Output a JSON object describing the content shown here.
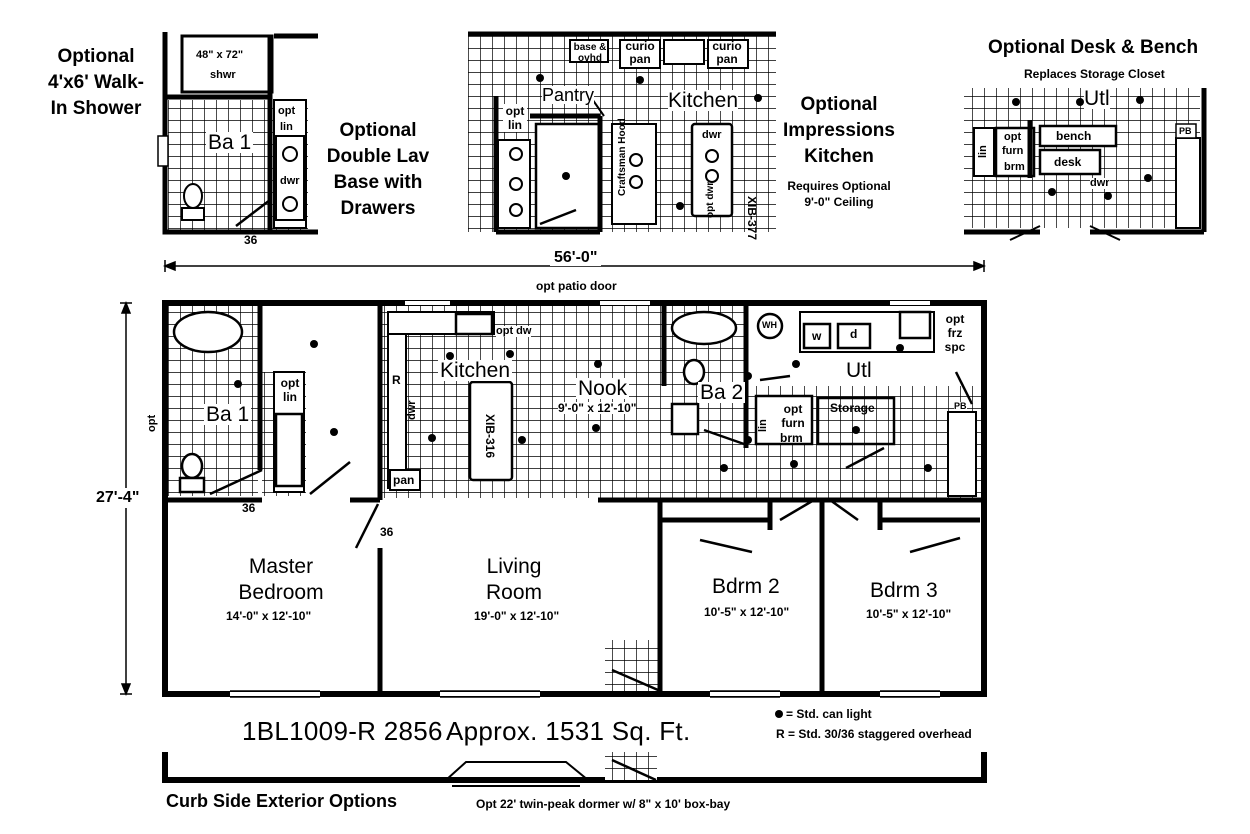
{
  "callouts": {
    "walkin_shower": "Optional 4'x6' Walk-In Shower",
    "double_lav": "Optional Double Lav Base with Drawers",
    "impressions_kitchen": "Optional Impressions Kitchen",
    "impressions_requires": "Requires Optional 9'-0\" Ceiling",
    "desk_bench": "Optional Desk & Bench",
    "desk_bench_sub": "Replaces Storage Closet"
  },
  "inset_shower": {
    "shower_size": "48\" x 72\"",
    "shower_label": "shwr",
    "opt": "opt",
    "lin": "lin",
    "bath": "Ba 1",
    "dwr": "dwr",
    "door": "36"
  },
  "inset_kitchen": {
    "base_ovhd": "base & ovhd",
    "curio1": "curio pan",
    "curio2": "curio pan",
    "pantry": "Pantry",
    "kitchen": "Kitchen",
    "opt_lin": "opt lin",
    "dwr": "dwr",
    "hood": "Craftsman Hood",
    "opt_dwr": "opt dwr",
    "island": "XIB-377"
  },
  "inset_desk": {
    "utl": "Utl",
    "opt": "opt",
    "furn": "furn",
    "brm": "brm",
    "lin": "lin",
    "bench": "bench",
    "desk": "desk",
    "dwr": "dwr",
    "pb": "PB"
  },
  "dimensions": {
    "width": "56'-0\"",
    "depth": "27'-4\"",
    "patio_note": "opt patio door"
  },
  "rooms": {
    "bath1": "Ba 1",
    "bath1_opt": "opt",
    "bath1_lin": "opt lin",
    "master_name": "Master Bedroom",
    "master_dim": "14'-0\" x 12'-10\"",
    "master_door": "36",
    "bath1_door": "36",
    "kitchen": "Kitchen",
    "opt_dw": "opt dw",
    "fridge": "R",
    "dwr": "dwr",
    "pan": "pan",
    "island": "XIB-316",
    "nook_name": "Nook",
    "nook_dim": "9'-0\" x 12'-10\"",
    "living_name": "Living Room",
    "living_dim": "19'-0\" x 12'-10\"",
    "bath2": "Ba 2",
    "wh": "WH",
    "washer": "w",
    "dryer": "d",
    "utl": "Utl",
    "opt_frz": "opt frz spc",
    "storage": "Storage",
    "opt_furn": "opt furn",
    "lin": "lin",
    "brm": "brm",
    "pb": "PB",
    "bdrm2_name": "Bdrm 2",
    "bdrm2_dim": "10'-5\" x 12'-10\"",
    "bdrm3_name": "Bdrm 3",
    "bdrm3_dim": "10'-5\" x 12'-10\""
  },
  "model": "1BL1009-R 2856",
  "area": "Approx. 1531 Sq. Ft.",
  "legend": {
    "can_light": "= Std. can light",
    "overhead": "R = Std. 30/36 staggered overhead"
  },
  "exterior": {
    "title": "Curb Side Exterior Options",
    "dormer": "Opt 22' twin-peak dormer w/ 8\" x 10' box-bay"
  },
  "colors": {
    "wall": "#000000",
    "background": "#ffffff",
    "grid": "#000000"
  }
}
